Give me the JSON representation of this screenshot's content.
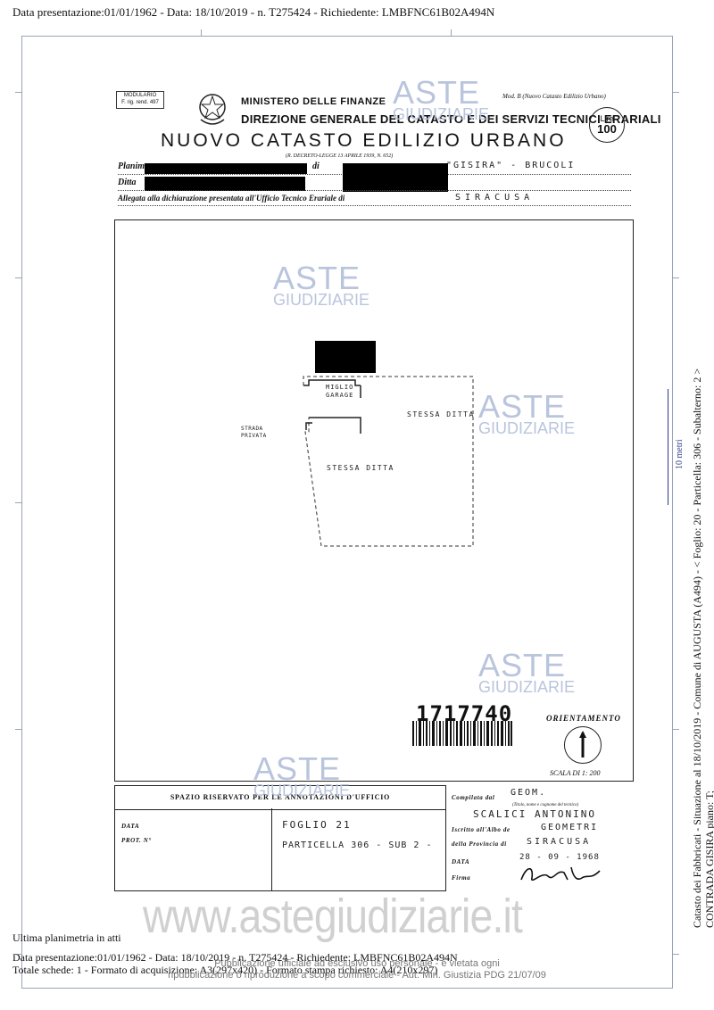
{
  "header": {
    "text": "Data presentazione:01/01/1962 - Data: 18/10/2019 - n. T275424 - Richiedente: LMBFNC61B02A494N"
  },
  "form": {
    "modulario_line1": "MODULARIO",
    "modulario_line2": "F. rig. rend. 497",
    "ministry": "MINISTERO DELLE FINANZE",
    "direzione": "DIREZIONE GENERALE DEL CATASTO E DEI SERVIZI TECNICI ERARIALI",
    "title": "NUOVO CATASTO EDILIZIO URBANO",
    "mod_b": "Mod. B (Nuovo Catasto Edilizio Urbano)",
    "lire_label": "Lire",
    "lire_value": "100",
    "decreto": "(R. DECRETO-LEGGE 13 APRILE 1939, N. 652)",
    "planimetria_label": "Planim",
    "di_label": "di",
    "planimetria_hw": "\"GISIRA\" - BRUCOLI",
    "ditta_label": "Ditta",
    "allegata_label": "Allegata alla dichiarazione presentata all'Ufficio Tecnico Erariale di",
    "allegata_hw": "SIRACUSA"
  },
  "plan": {
    "label_garage": "MIGLIO GARAGE",
    "label_strada": "STRADA PRIVATA",
    "label_stessa1": "STESSA DITTA",
    "label_stessa2": "STESSA DITTA"
  },
  "barcode": {
    "number": "1717740"
  },
  "orientamento": {
    "label": "ORIENTAMENTO",
    "scala": "SCALA DI 1: 200"
  },
  "annotazioni": {
    "header": "SPAZIO RISERVATO PER LE ANNOTAZIONI D'UFFICIO",
    "data_label": "DATA",
    "prot_label": "PROT. N°",
    "hw_line1": "FOGLIO 21",
    "hw_line2": "PARTICELLA 306 - SUB 2 -"
  },
  "compilata": {
    "label": "Compilata dal",
    "titolo": "(Titolo, nome e cognome del tecnico)",
    "hw_title": "GEOM.",
    "hw_name": "SCALICI ANTONINO",
    "iscritto_label": "Iscritto all'Albo de",
    "iscritto_hw": "GEOMETRI",
    "provincia_label": "della Provincia di",
    "provincia_hw": "SIRACUSA",
    "data_label": "DATA",
    "data_hw": "28 - 09 - 1968",
    "firma_label": "Firma"
  },
  "side": {
    "line1": "Catasto dei Fabbricati - Situazione al 18/10/2019 - Comune di AUGUSTA (A494) - < Foglio: 20 - Particella: 306 - Subalterno: 2 >",
    "line2": "CONTRADA GISIRA piano: T;"
  },
  "scale_bar": "10 metri",
  "watermark": {
    "aste": "ASTE",
    "giudiziarie": "GIUDIZIARIE",
    "site": "www.astegiudiziarie.it"
  },
  "footer": {
    "ultima": "Ultima planimetria in atti",
    "line1": "Data presentazione:01/01/1962 - Data: 18/10/2019 - n. T275424 - Richiedente: LMBFNC61B02A494N",
    "line2": "Totale schede: 1 - Formato di acquisizione: A3(297x420) - Formato stampa richiesto: A4(210x297)",
    "notice1": "Pubblicazione ufficiale ad esclusivo uso personale - è vietata ogni",
    "notice2": "ripubblicazione o riproduzione a scopo commerciale - Aut. Min. Giustizia PDG 21/07/09"
  }
}
